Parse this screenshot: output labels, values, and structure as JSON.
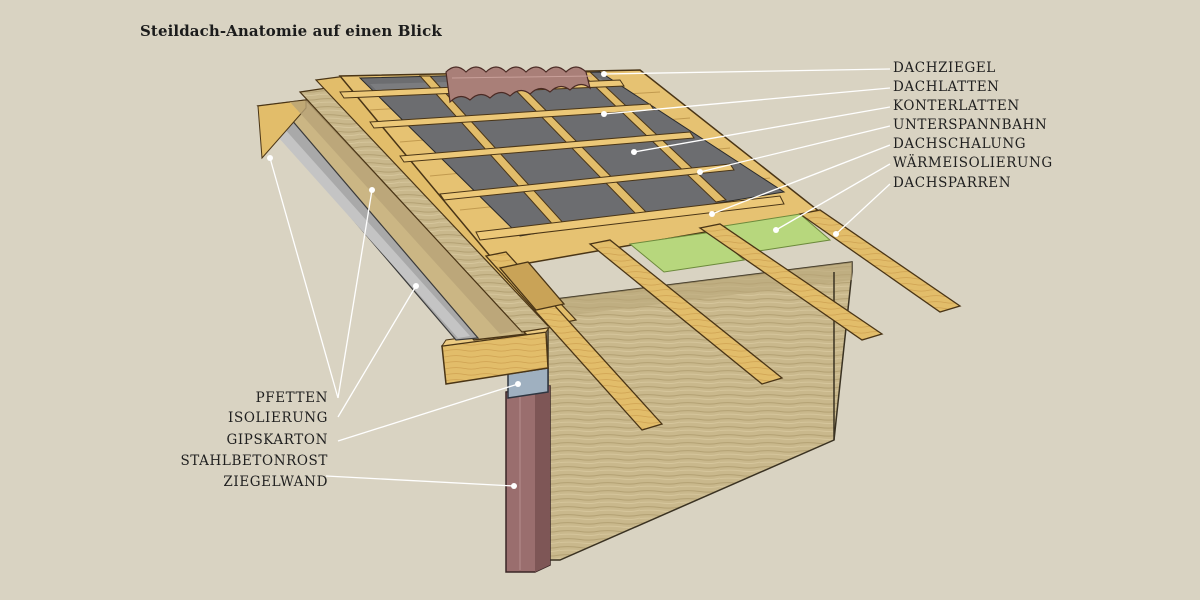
{
  "title": "Steildach-Anatomie auf einen Blick",
  "labels_right": [
    "DACHZIEGEL",
    "DACHLATTEN",
    "KONTERLATTEN",
    "UNTERSPANNBAHN",
    "DACHSCHALUNG",
    "WÄRMEISOLIERUNG",
    "DACHSPARREN"
  ],
  "labels_left": [
    "PFETTEN",
    "ISOLIERUNG",
    "GIPSKARTON",
    "STAHLBETONROST",
    "ZIEGELWAND"
  ],
  "colors": {
    "background": "#d9d3c2",
    "timber": "#e2bd6a",
    "timber_dark": "#b88a3c",
    "membrane": "#6c6d70",
    "insulation": "#b7d77d",
    "plaster": "#a9a9a9",
    "brick": "#9a6e6e",
    "concrete": "#9fb0c0",
    "tile": "#a97f78",
    "wall": "#c8b98e"
  }
}
